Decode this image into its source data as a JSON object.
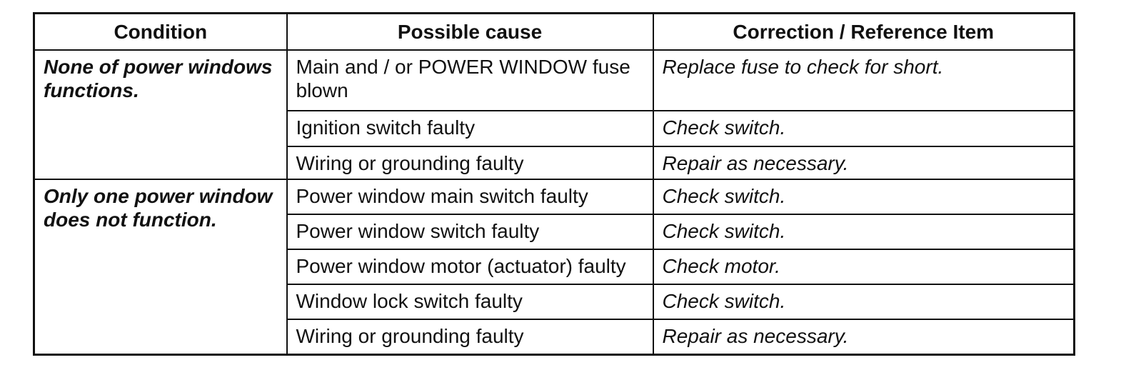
{
  "table": {
    "headers": [
      "Condition",
      "Possible cause",
      "Correction / Reference Item"
    ],
    "sections": [
      {
        "condition": "None of power windows functions.",
        "rows": [
          {
            "cause": "Main and / or POWER WINDOW fuse blown",
            "correction": "Replace fuse to check for short."
          },
          {
            "cause": "Ignition switch faulty",
            "correction": "Check switch."
          },
          {
            "cause": "Wiring or grounding faulty",
            "correction": "Repair as necessary."
          }
        ]
      },
      {
        "condition": "Only one power window does not function.",
        "rows": [
          {
            "cause": "Power window main switch faulty",
            "correction": "Check switch."
          },
          {
            "cause": "Power window switch faulty",
            "correction": "Check switch."
          },
          {
            "cause": "Power window motor (actuator) faulty",
            "correction": "Check motor."
          },
          {
            "cause": "Window lock switch faulty",
            "correction": "Check switch."
          },
          {
            "cause": "Wiring or grounding faulty",
            "correction": "Repair as necessary."
          }
        ]
      }
    ]
  }
}
